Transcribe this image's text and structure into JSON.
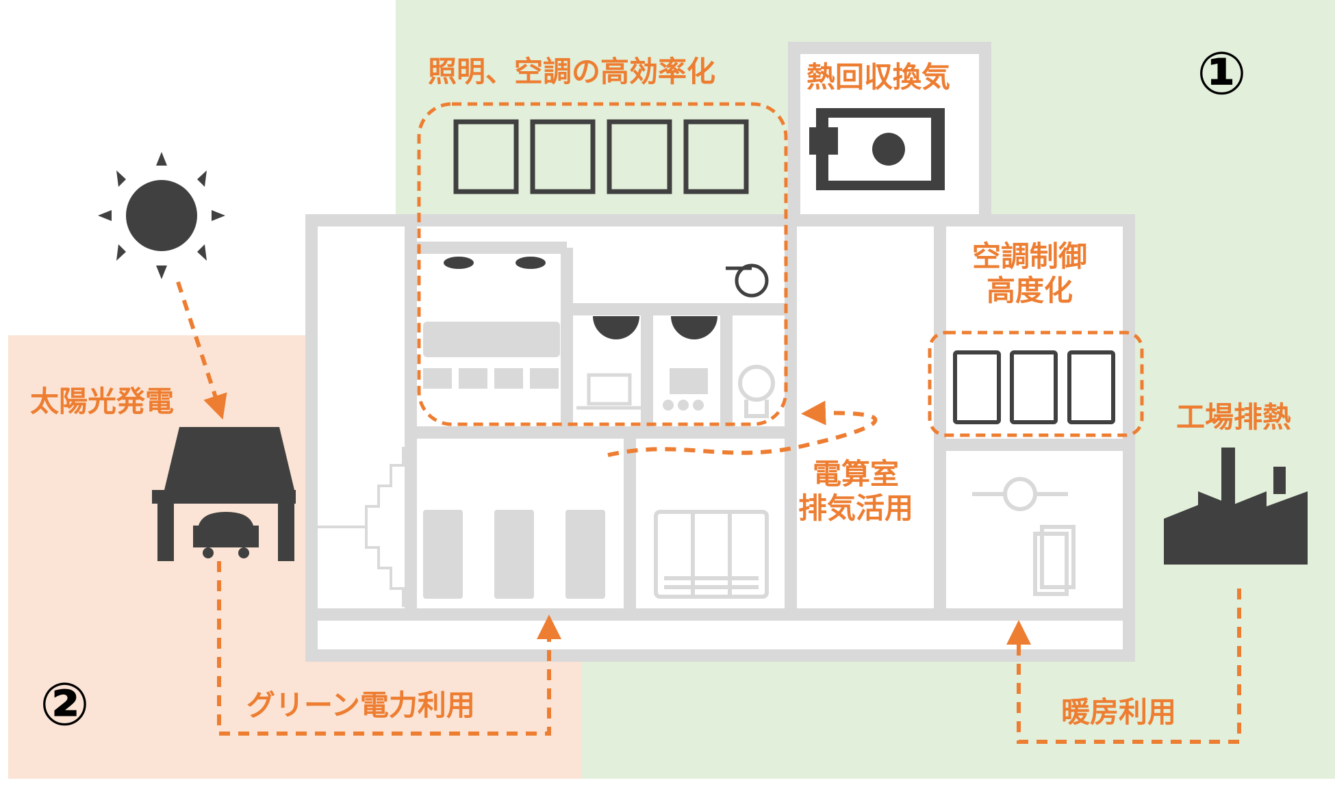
{
  "colors": {
    "accent": "#ED7D31",
    "zone1_bg": "#E2EFDA",
    "zone2_bg": "#FBE4D5",
    "building": "#D9D9D9",
    "icon_dark": "#404040"
  },
  "zones": {
    "zone1_marker": "①",
    "zone2_marker": "②"
  },
  "labels": {
    "lighting_ac": "照明、空調の高効率化",
    "heat_recovery": "熱回収換気",
    "ac_control": [
      "空調制御",
      "高度化"
    ],
    "solar": "太陽光発電",
    "factory_heat": "工場排熱",
    "computer_room": [
      "電算室",
      "排気活用"
    ],
    "green_power": "グリーン電力利用",
    "heating": "暖房利用"
  },
  "icons": [
    "sun-icon",
    "solar-carport-icon",
    "car-icon",
    "factory-icon",
    "heat-exchanger-icon",
    "led-panel-icon",
    "server-rack-icon",
    "downlight-icon",
    "dome-camera-icon",
    "fan-icon",
    "monitor-icon",
    "laptop-icon",
    "presentation-icon",
    "toilet-icon",
    "pump-icon",
    "heat-plate-icon",
    "locker-icon",
    "vending-icon",
    "stairs-icon"
  ]
}
